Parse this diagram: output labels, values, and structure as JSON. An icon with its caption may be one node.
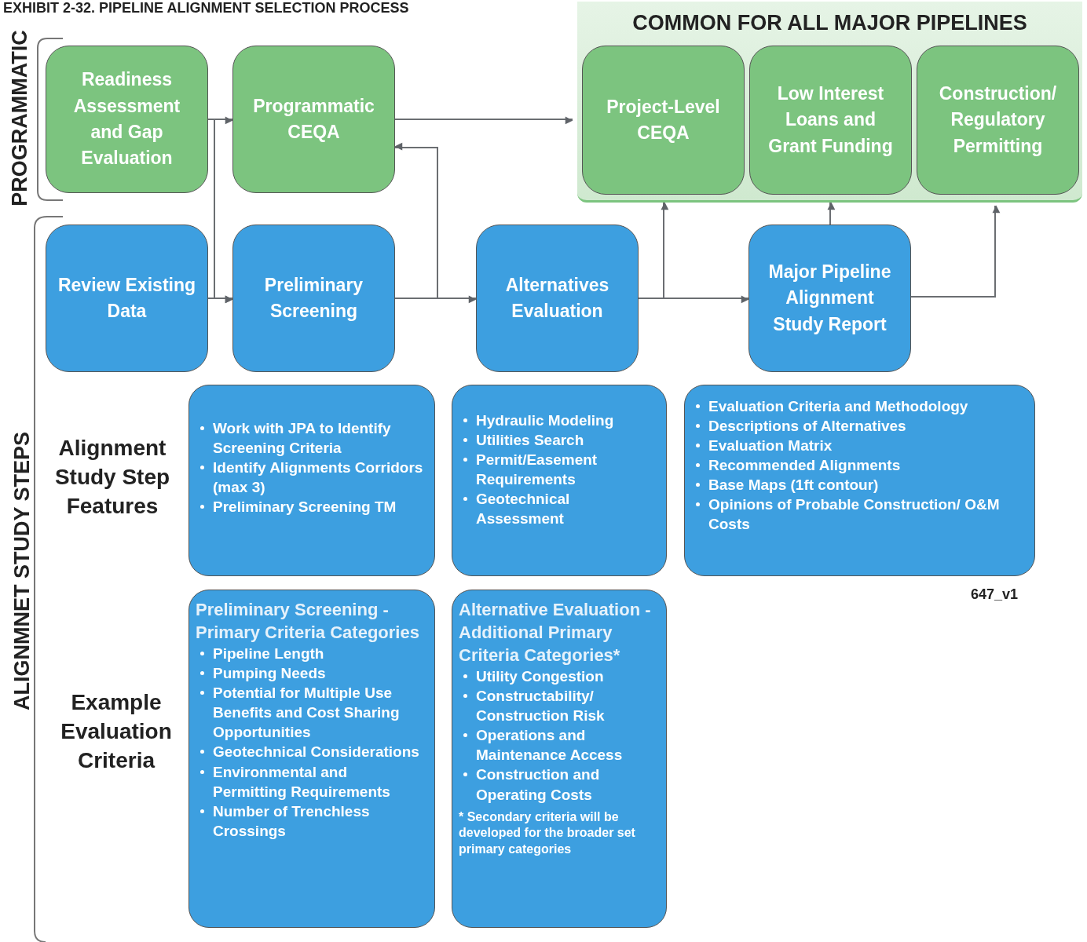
{
  "diagram": {
    "title": "EXHIBIT 2-32. PIPELINE ALIGNMENT SELECTION PROCESS",
    "nodes": [
      {
        "text": [
          "COMMON FOR ALL MAJOR PIPELINES"
        ]
      },
      {
        "text": [
          "Readiness Assessment and Gap Evaluation"
        ]
      },
      {
        "text": [
          "Programmatic CEQA"
        ]
      },
      {
        "text": [
          "Project-Level CEQA"
        ],
        "in": 0
      },
      {
        "text": [
          "Low Interest Loans and Grant Funding"
        ],
        "in": 0
      },
      {
        "text": [
          "Construction/ Regulatory Permitting"
        ],
        "in": 0
      },
      {
        "text": [
          "Review Existing Data"
        ]
      },
      {
        "text": [
          "Preliminary Screening"
        ]
      },
      {
        "text": [
          "Alternatives Evaluation"
        ]
      },
      {
        "text": [
          "Major Pipeline Alignment Study Report"
        ]
      },
      {
        "text": [
          "Work with JPA to Identify Screening Criteria",
          "Identify Alignments Corridors (max 3)",
          "Preliminary Screening TM"
        ]
      },
      {
        "text": [
          "Hydraulic Modeling",
          "Utilities Search",
          "Permit/Easement Requirements",
          "Geotechnical Assessment"
        ]
      },
      {
        "text": [
          "Evaluation Criteria and Methodology",
          "Descriptions of Alternatives",
          "Evaluation Matrix",
          "Recommended Alignments",
          "Base Maps (1ft contour)",
          "Opinions of Probable Construction/ O&M Costs"
        ]
      },
      {
        "text": [
          "Preliminary Screening - Primary Criteria Categories",
          "Pipeline Length",
          "Pumping Needs",
          "Potential for Multiple Use Benefits and Cost Sharing Opportunities",
          "Geotechnical Considerations",
          "Environmental and Permitting Requirements",
          "Number of Trenchless Crossings"
        ]
      },
      {
        "text": [
          "Alternative Evaluation - Additional Primary Criteria Categories*",
          "Utility Congestion",
          "Constructability/ Construction Risk",
          "Operations and Maintenance Access",
          "Construction and Operating Costs",
          "* Secondary criteria will be developed for the broader set primary categories"
        ]
      }
    ],
    "edges": [
      {
        "from": 1,
        "to": 2,
        "arrow": "to"
      },
      {
        "from": 1,
        "to": 7,
        "arrow": "to"
      },
      {
        "from": 6,
        "to": 7,
        "arrow": "to"
      },
      {
        "from": 2,
        "to": 0,
        "arrow": "to"
      },
      {
        "from": 7,
        "to": 8,
        "arrow": "to"
      },
      {
        "from": 7,
        "to": 2,
        "arrow": "to"
      },
      {
        "from": 8,
        "to": 9,
        "arrow": "to"
      },
      {
        "from": 8,
        "to": 3,
        "arrow": "to"
      },
      {
        "from": 9,
        "to": 4,
        "arrow": "to"
      },
      {
        "from": 9,
        "to": 5,
        "arrow": "to"
      }
    ],
    "labels": [
      "PROGRAMMATIC",
      "ALIGNMNET STUDY STEPS",
      "Alignment Study Step Features",
      "Example Evaluation Criteria",
      "647_v1"
    ]
  }
}
